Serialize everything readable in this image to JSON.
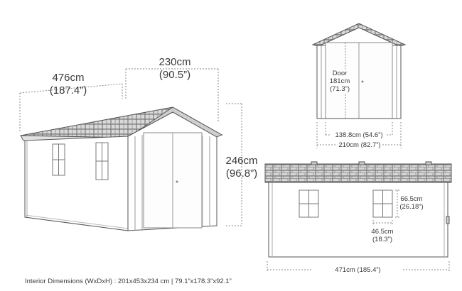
{
  "labels": {
    "length_cm": "476cm",
    "length_in": "(187.4”)",
    "width_cm": "230cm",
    "width_in": "(90.5”)",
    "height_cm": "246cm",
    "height_in": "(96.8”)",
    "door_title": "Door",
    "door_cm": "181cm",
    "door_in": "(71.3”)",
    "door_width": "138.8cm (54.6”)",
    "front_width": "210cm (82.7”)",
    "window_h_cm": "66.5cm",
    "window_h_in": "(26.18”)",
    "window_w_cm": "46.5cm",
    "window_w_in": "(18.3”)",
    "side_length": "471cm (185.4”)"
  },
  "footer": "Interior Dimensions (WxDxH) : 201x453x234 cm | 79.1”x178.3”x92.1”",
  "colors": {
    "line": "#6b6b6b",
    "dim": "#8a8a8a",
    "fill": "#ffffff"
  }
}
